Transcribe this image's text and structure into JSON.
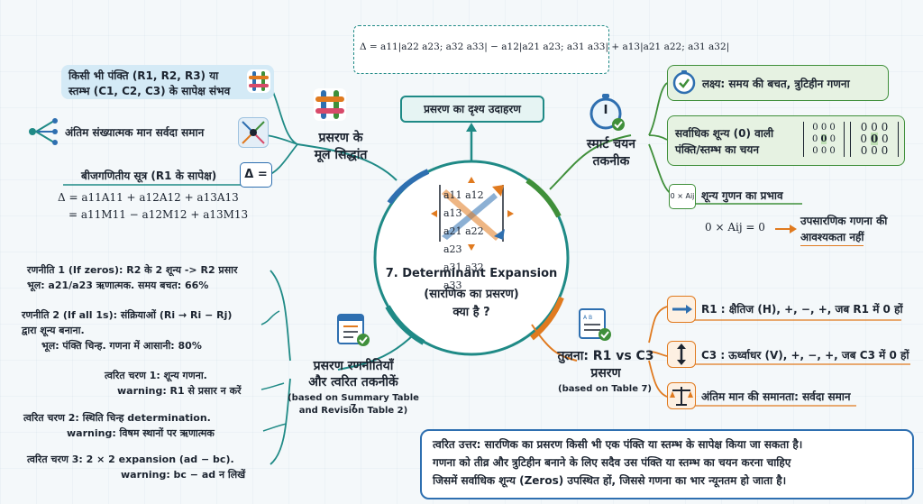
{
  "center": {
    "title": "7. Determinant Expansion",
    "subtitle_line1": "(सारणिक का प्रसरण)",
    "subtitle_line2": "क्या है ?",
    "matrix": [
      [
        "a11",
        "a12",
        "a13"
      ],
      [
        "a21",
        "a22",
        "a23"
      ],
      [
        "a31",
        "a32",
        "a33"
      ]
    ]
  },
  "top": {
    "formula": "Δ = a11|a22 a23; a32 a33| − a12|a21 a23; a31 a33| + a13|a21 a22; a31 a32|",
    "label": "प्रसरण का दृश्य उदाहरण"
  },
  "principles": {
    "title_line1": "प्रसरण के",
    "title_line2": "मूल सिद्धांत",
    "item1_line1": "किसी भी पंक्ति (R1, R2, R3) या",
    "item1_line2": "स्तम्भ (C1, C2, C3) के सापेक्ष संभव",
    "item2": "अंतिम संख्यात्मक मान सर्वदा समान",
    "item3": "बीजगणितीय सूत्र (R1 के सापेक्ष)",
    "delta_symbol": "Δ =",
    "formula_line1": "Δ = a11A11 + a12A12 + a13A13",
    "formula_line2": "= a11M11 − a12M12 + a13M13"
  },
  "smart": {
    "title_line1": "स्मार्ट चयन",
    "title_line2": "तकनीक",
    "item1": "लक्ष्य: समय की बचत, त्रुटिहीन गणना",
    "item2_line1": "सर्वाधिक शून्य (0) वाली",
    "item2_line2": "पंक्ति/स्तम्भ का चयन",
    "zero": "0",
    "item3": "शून्य गुणन का प्रभाव",
    "icon3_label": "0 × Aij",
    "result_formula": "0 × Aij = 0",
    "result_text_line1": "उपसारणिक गणना की",
    "result_text_line2": "आवश्यकता नहीं"
  },
  "strategies": {
    "title_line1": "प्रसरण रणनीतियाँ",
    "title_line2": "और त्वरित तकनीकें",
    "note_line1": "(based on Summary Table 7",
    "note_line2": "and Revision Table 2)",
    "s1_line1": "रणनीति 1 (If zeros): R2 के 2 शून्य -> R2 प्रसार",
    "s1_line2": "भूल: a21/a23 ऋणात्मक. समय बचत: 66%",
    "s2_line1": "रणनीति 2 (If all 1s): संक्रियाओं (Ri → Ri − Rj)",
    "s2_line2": "द्वारा शून्य बनाना.",
    "s2_line3": "भूल: पंक्ति चिन्ह. गणना में आसानी: 80%",
    "q1_line1": "त्वरित चरण 1: शून्य गणना.",
    "q1_line2": "warning: R1 से प्रसार न करें",
    "q2_line1": "त्वरित चरण 2: स्थिति चिन्ह determination.",
    "q2_line2": "warning: विषम स्थानों पर ऋणात्मक",
    "q3_line1": "त्वरित चरण 3: 2 × 2 expansion (ad − bc).",
    "q3_line2": "warning: bc − ad न लिखें"
  },
  "compare": {
    "title_line1": "तुलना: R1 vs C3",
    "title_line2": "प्रसरण",
    "note": "(based on Table 7)",
    "r1": "R1 : क्षैतिज (H), +, −, +, जब R1 में 0 हों",
    "c3": "C3 : ऊर्ध्वाधर (V), +, −, +, जब C3 में 0 हों",
    "final": "अंतिम मान की समानता: सर्वदा समान"
  },
  "summary": {
    "line1": "त्वरित उत्तर: सारणिक का प्रसरण किसी भी एक पंक्ति या स्तम्भ के सापेक्ष किया जा सकता है।",
    "line2": "गणना को तीव्र और त्रुटिहीन बनाने के लिए सदैव उस पंक्ति या स्तम्भ का चयन करना चाहिए",
    "line3": "जिसमें सर्वाधिक शून्य (Zeros) उपस्थित हों, जिससे गणना का भार न्यूनतम हो जाता है।"
  },
  "colors": {
    "teal": "#1f8a86",
    "blue": "#2e6fb0",
    "green": "#3f8f3a",
    "orange": "#e07a1f",
    "dark": "#1c2430"
  }
}
